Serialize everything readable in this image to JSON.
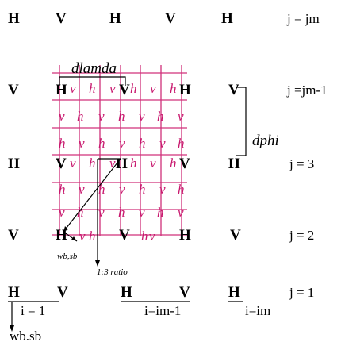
{
  "grid_labels": {
    "H": "H",
    "V": "V",
    "h": "h",
    "v": "v"
  },
  "row_labels": {
    "jm": "j = jm",
    "jm_minus_1": "j =jm-1",
    "j3": "j = 3",
    "j2": "j = 2",
    "j1": "j = 1"
  },
  "column_labels": {
    "i1": "i = 1",
    "im_minus_1": "i=im-1",
    "im": "i=im"
  },
  "annotations": {
    "dlamda": "dlamda",
    "dphi": "dphi",
    "wb_sb_small": "wb,sb",
    "ratio": "1:3 ratio",
    "wb_sb": "wb.sb"
  },
  "colors": {
    "fine_grid": "#d0307a",
    "fine_labels": "#c8186e",
    "coarse": "#000000"
  }
}
